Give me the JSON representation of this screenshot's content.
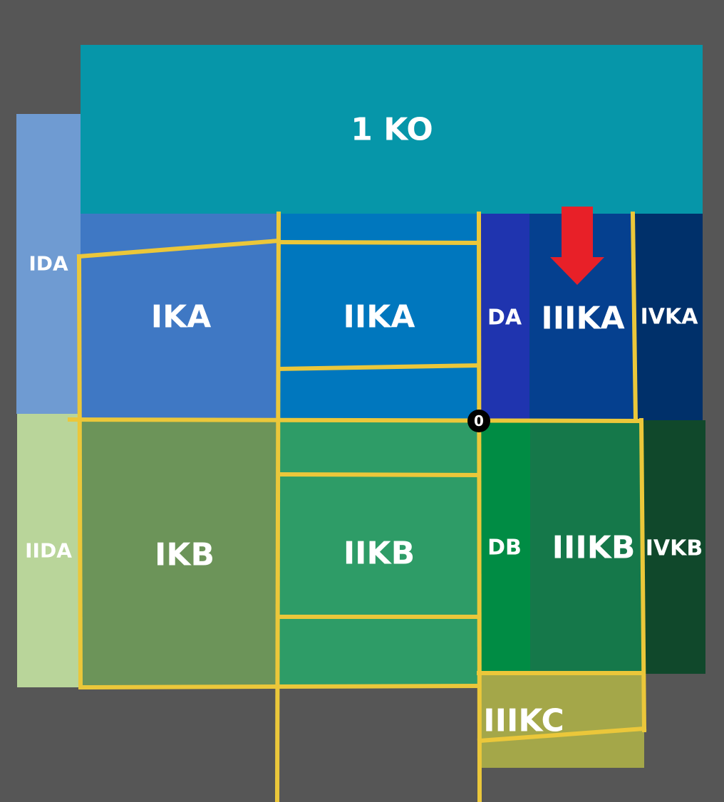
{
  "zones": {
    "ko": {
      "label": "1 KO",
      "color": "#0696A9"
    },
    "ida": {
      "label": "IDA",
      "color": "#6F9BD2"
    },
    "iida": {
      "label": "IIDA",
      "color": "#B9D59A"
    },
    "ika": {
      "label": "IKA",
      "color": "#3F78C4"
    },
    "iika": {
      "label": "IIKA",
      "color": "#0077BE"
    },
    "da": {
      "label": "DA",
      "color": "#1F34AF"
    },
    "iiika": {
      "label": "IIIKA",
      "color": "#05408F"
    },
    "ivka": {
      "label": "IVKA",
      "color": "#00306A"
    },
    "ikb": {
      "label": "IKB",
      "color": "#6C9459"
    },
    "iikb": {
      "label": "IIKB",
      "color": "#2E9C67"
    },
    "db": {
      "label": "DB",
      "color": "#008C44"
    },
    "iiikb": {
      "label": "IIIKB",
      "color": "#15784A"
    },
    "ivkb": {
      "label": "IVKB",
      "color": "#10482B"
    },
    "iiikc": {
      "label": "IIIKC",
      "color": "#A4A749"
    }
  },
  "origin": {
    "label": "0"
  },
  "colors": {
    "background": "#565656",
    "boundary": "#EBC73A",
    "arrow": "#E82028"
  }
}
